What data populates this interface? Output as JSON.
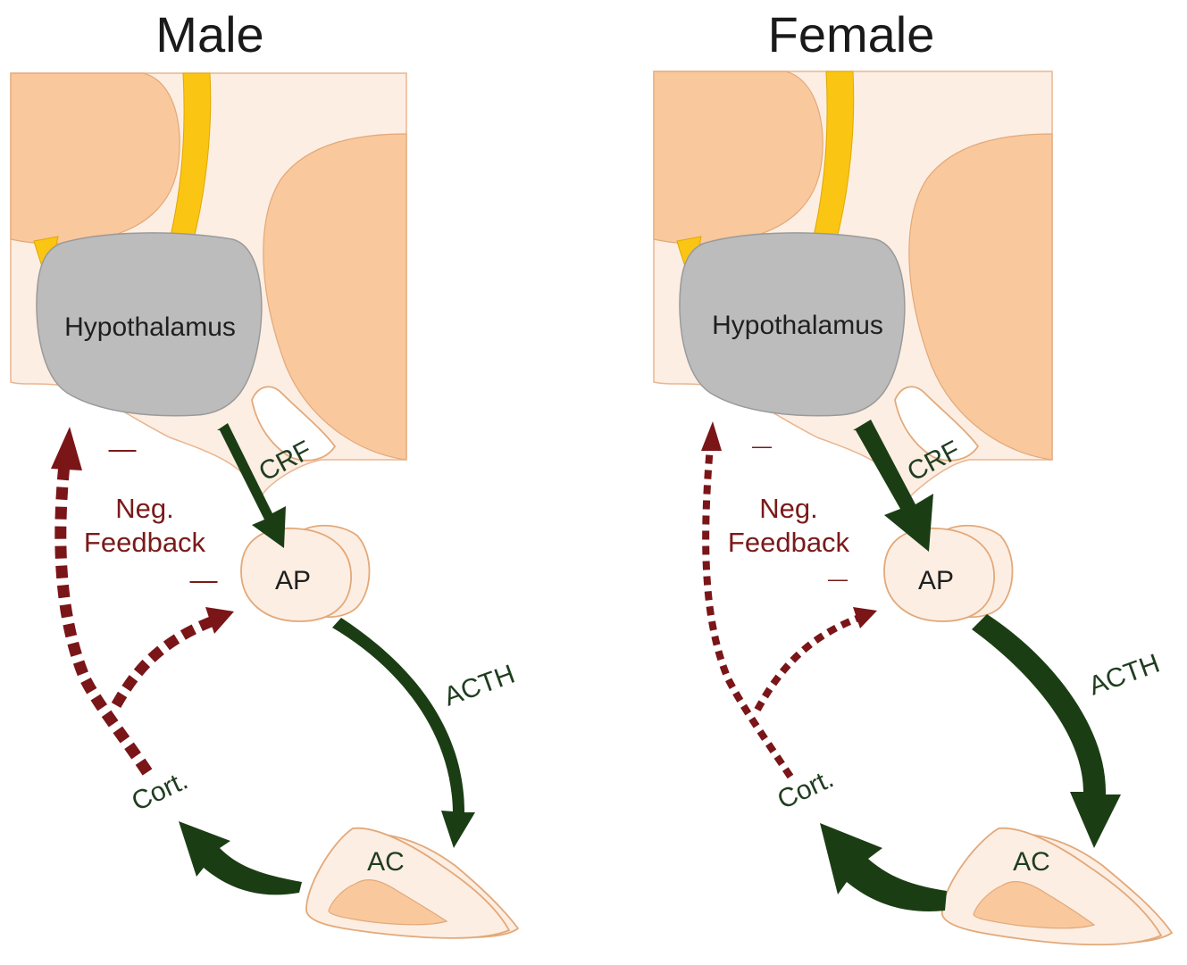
{
  "panels": [
    {
      "id": "male",
      "title": "Male",
      "hypothalamus": "Hypothalamus",
      "crf": "CRF",
      "ap": "AP",
      "acth": "ACTH",
      "ac": "AC",
      "cort": "Cort.",
      "feedback_line1": "Neg.",
      "feedback_line2": "Feedback",
      "minus": "—"
    },
    {
      "id": "female",
      "title": "Female",
      "hypothalamus": "Hypothalamus",
      "crf": "CRF",
      "ap": "AP",
      "acth": "ACTH",
      "ac": "AC",
      "cort": "Cort.",
      "feedback_line1": "Neg.",
      "feedback_line2": "Feedback",
      "minus": "—"
    }
  ],
  "colors": {
    "stimulatory_arrow": "#1b3d14",
    "feedback_arrow": "#7a1518",
    "hypothalamus": "#bcbcbc",
    "tissue": "#fdeee3",
    "lobe": "#f9c89c",
    "nerve": "#fbc513"
  }
}
